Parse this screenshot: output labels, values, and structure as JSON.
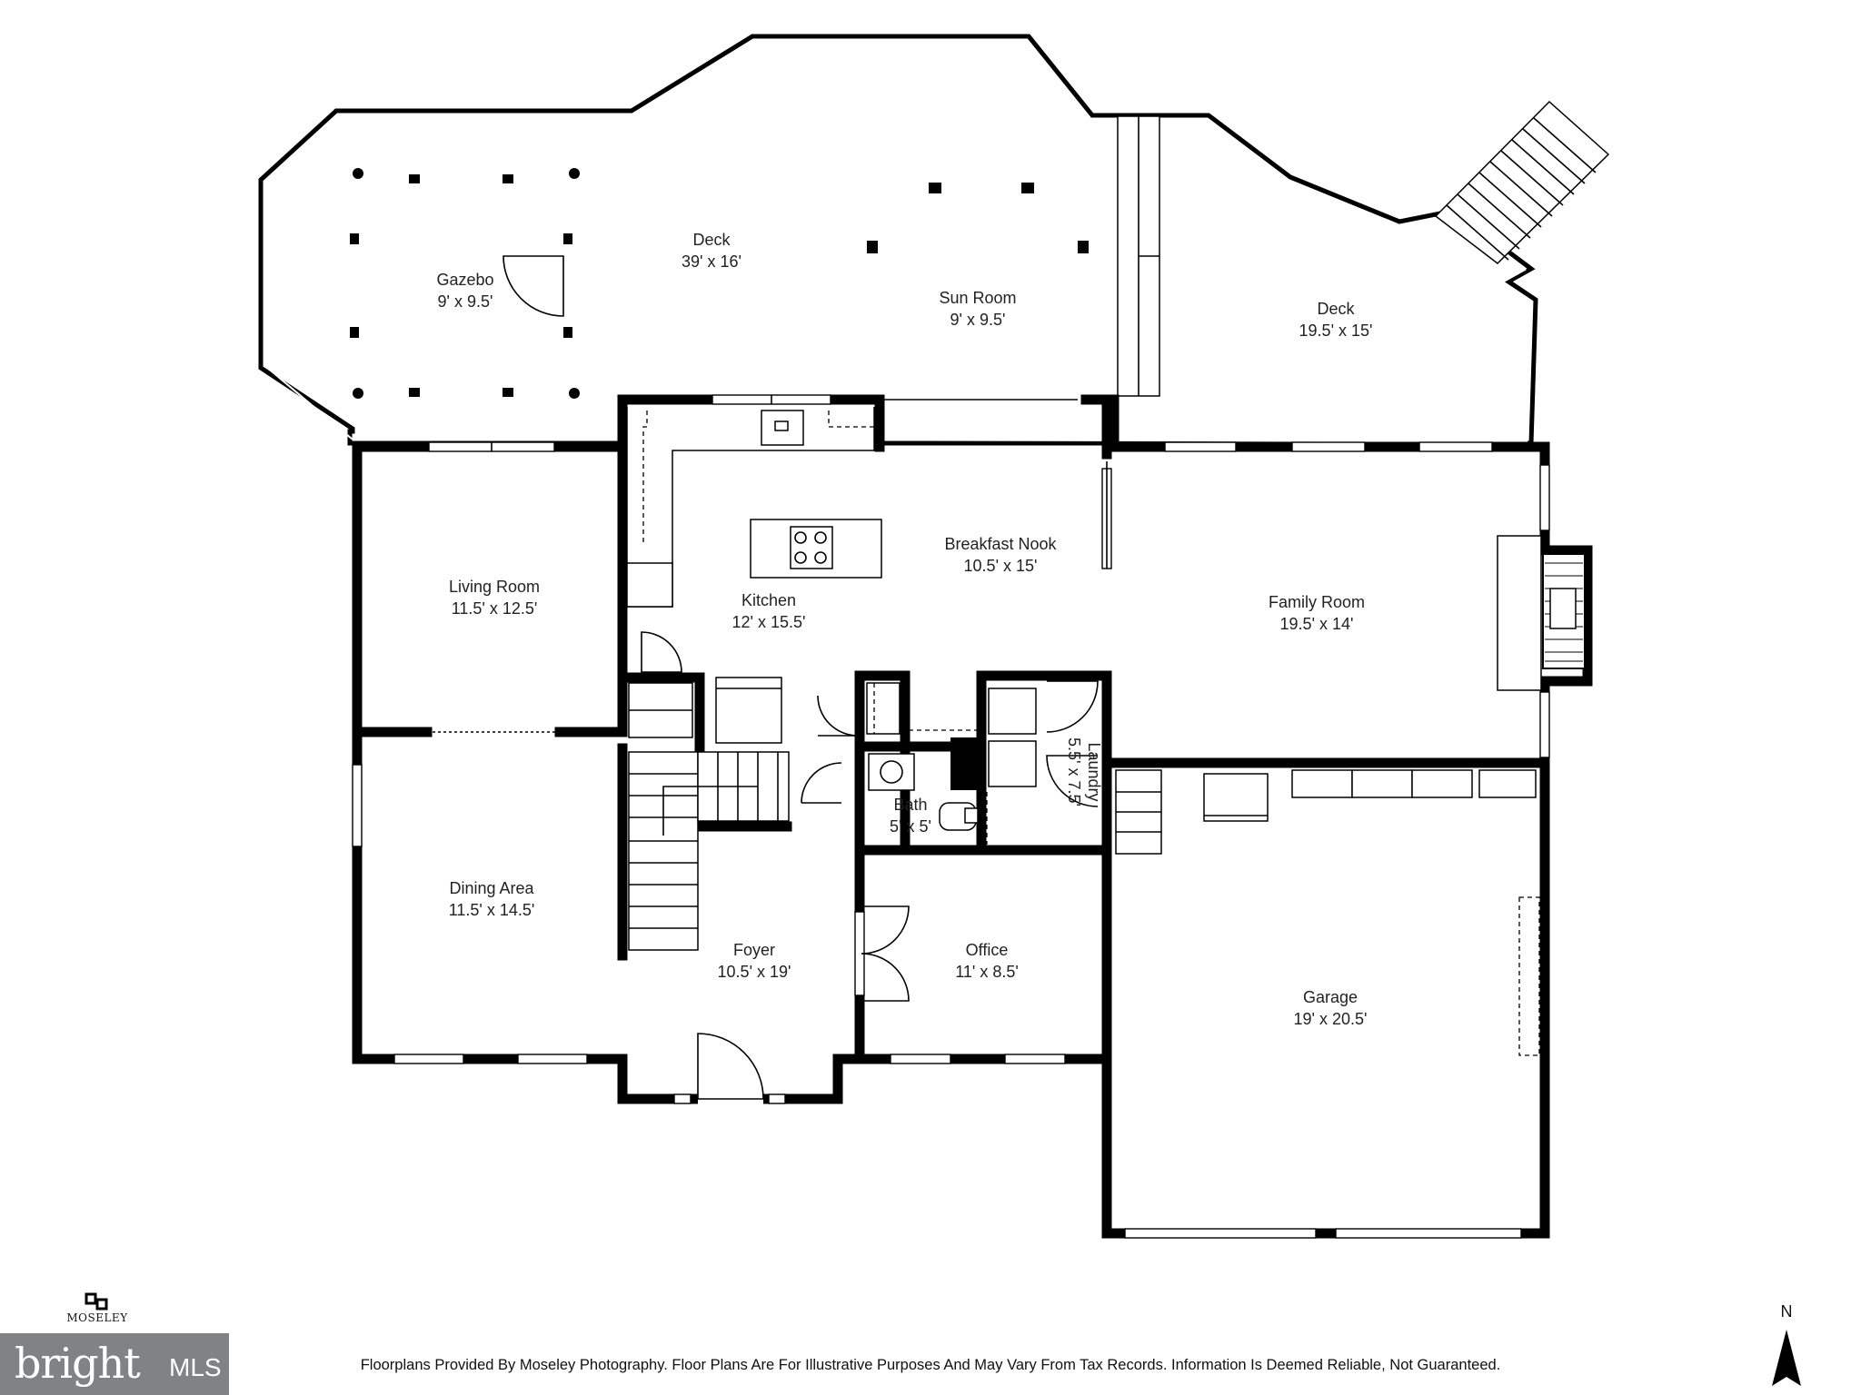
{
  "rooms": {
    "deck_main": {
      "name": "Deck",
      "dims": "39' x 16'"
    },
    "gazebo": {
      "name": "Gazebo",
      "dims": "9' x 9.5'"
    },
    "sun_room": {
      "name": "Sun Room",
      "dims": "9' x 9.5'"
    },
    "deck_east": {
      "name": "Deck",
      "dims": "19.5' x 15'"
    },
    "breakfast_nook": {
      "name": "Breakfast Nook",
      "dims": "10.5' x 15'"
    },
    "kitchen": {
      "name": "Kitchen",
      "dims": "12' x 15.5'"
    },
    "living_room": {
      "name": "Living Room",
      "dims": "11.5' x 12.5'"
    },
    "family_room": {
      "name": "Family Room",
      "dims": "19.5' x 14'"
    },
    "laundry": {
      "name": "Laundry",
      "dims": "5.5' x 7.5'"
    },
    "bath": {
      "name": "Bath",
      "dims": "5' x 5'"
    },
    "dining_area": {
      "name": "Dining Area",
      "dims": "11.5' x 14.5'"
    },
    "foyer": {
      "name": "Foyer",
      "dims": "10.5' x 19'"
    },
    "office": {
      "name": "Office",
      "dims": "11' x 8.5'"
    },
    "garage": {
      "name": "Garage",
      "dims": "19' x 20.5'"
    }
  },
  "footer": {
    "disclaimer": "Floorplans Provided By Moseley Photography. Floor Plans Are For Illustrative Purposes And May Vary From Tax Records. Information Is Deemed Reliable, Not Guaranteed.",
    "moseley": "MOSELEY",
    "bright": "bright",
    "mls": "MLS"
  },
  "compass": {
    "label": "N"
  },
  "colors": {
    "wall": "#000000",
    "badge": "#808285",
    "background": "#ffffff"
  }
}
